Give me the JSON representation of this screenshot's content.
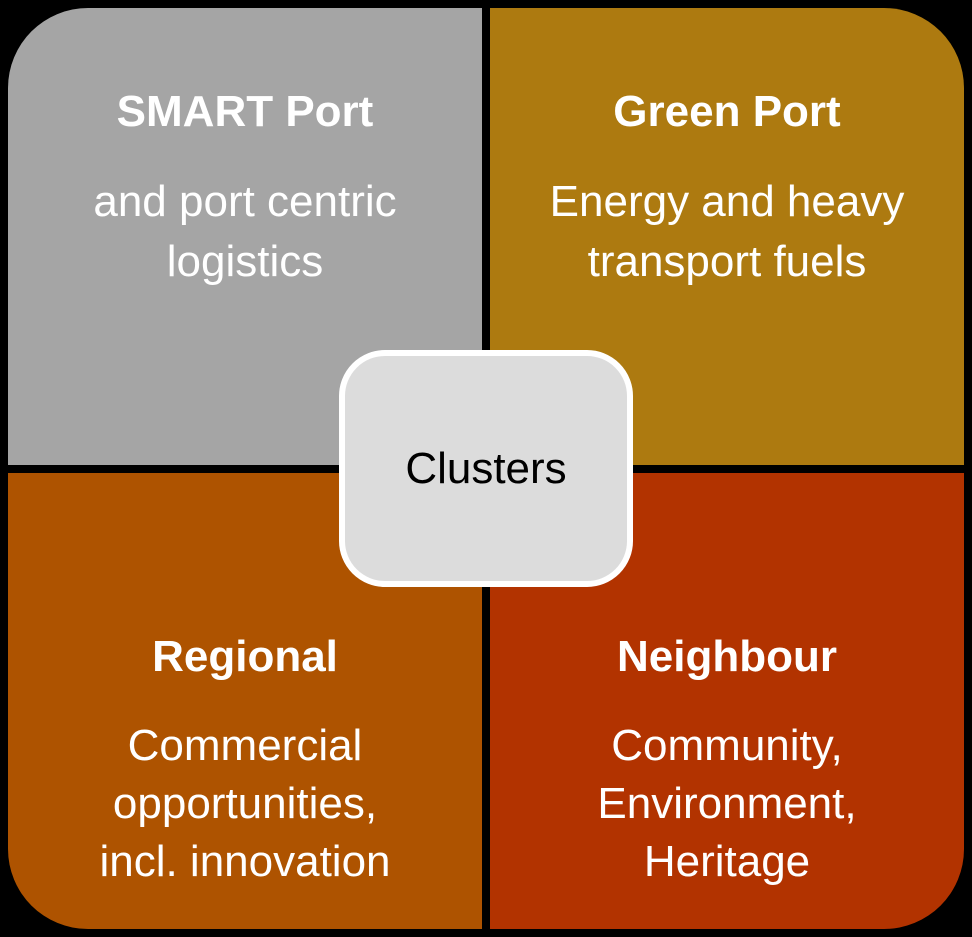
{
  "quadrants": {
    "top_left": {
      "title": "SMART Port",
      "description": "and port centric\nlogistics",
      "color": "#a5a5a5"
    },
    "top_right": {
      "title": "Green Port",
      "description": "Energy and heavy\ntransport fuels",
      "color": "#ad7a10"
    },
    "bottom_left": {
      "title": "Regional",
      "description": "Commercial\nopportunities,\nincl. innovation",
      "color": "#ae5300"
    },
    "bottom_right": {
      "title": "Neighbour",
      "description": "Community,\nEnvironment,\nHeritage",
      "color": "#b23300"
    }
  },
  "center": {
    "label": "Clusters",
    "color": "#dcdcdc"
  }
}
